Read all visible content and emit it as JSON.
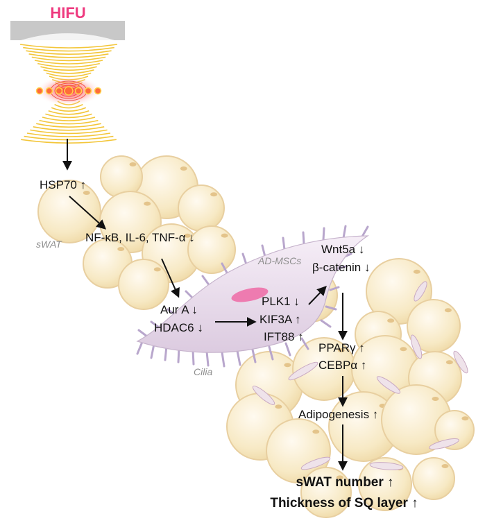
{
  "title": "HIFU",
  "tissue_labels": {
    "swat": "sWAT",
    "ad_mscs": "AD-MSCs",
    "cilia": "Cilia"
  },
  "nodes": {
    "hsp70": "HSP70 ↑",
    "inflammation": "NF-κB, IL-6, TNF-α ↓",
    "aur_a": "Aur A ↓",
    "hdac6": "HDAC6 ↓",
    "plk1": "PLK1 ↓",
    "kif3a": "KIF3A ↑",
    "ift88": "IFT88 ↑",
    "wnt5a": "Wnt5a ↓",
    "beta_catenin": "β-catenin ↓",
    "ppar_gamma": "PPARγ ↑",
    "cebp_alpha": "CEBPα ↑",
    "adipogenesis": "Adipogenesis ↑"
  },
  "outcomes": {
    "swat_number": "sWAT number ↑",
    "thickness": "Thickness of SQ layer ↑"
  },
  "colors": {
    "accent": "#ee3a7f",
    "fat_cell": "#f7e9c4",
    "fat_cell_edge": "#e8cfa0",
    "cell_body": "#e8dceb",
    "cilia": "#b8a6cc",
    "nucleus": "#ee7bb0",
    "wave": "#f3c63a"
  }
}
